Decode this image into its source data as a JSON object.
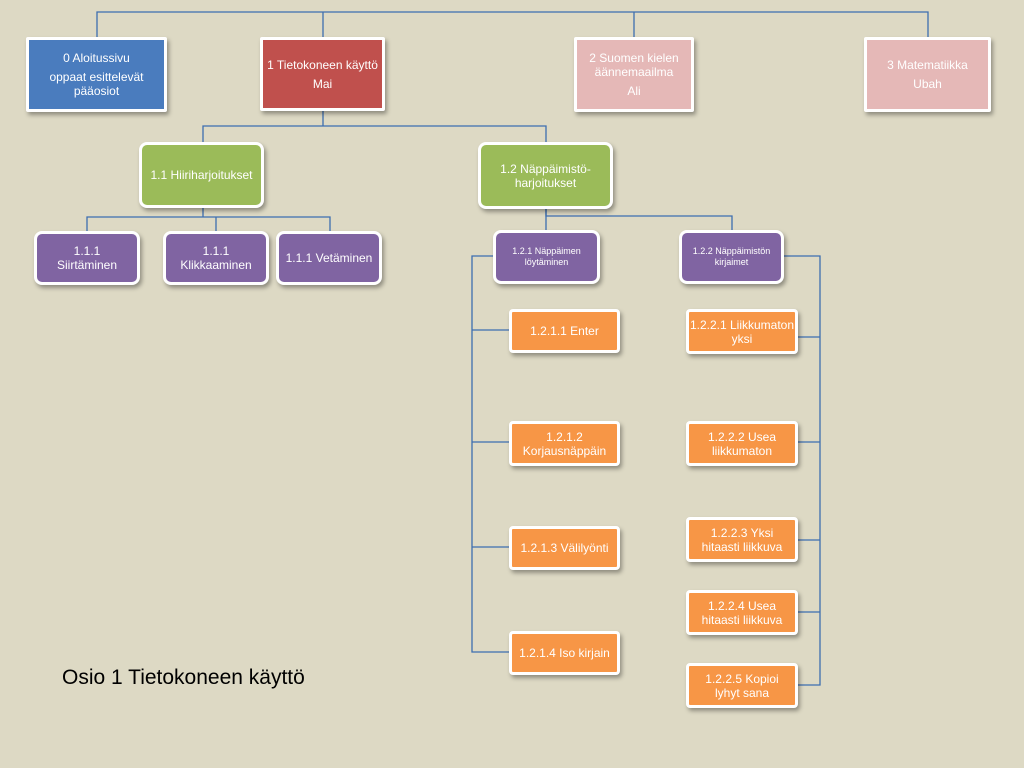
{
  "title": "Osio 1 Tietokoneen käyttö",
  "colors": {
    "connector": "#3d6eb0",
    "blue": "#4a7cbe",
    "red": "#c0504d",
    "pink": "#e5b8b7",
    "green": "#9bbb59",
    "purple": "#8064a2",
    "orange": "#f79646",
    "background": "#ddd9c4"
  },
  "nodes": {
    "n0": {
      "line1": "0 Aloitussivu",
      "line2": "oppaat esittelevät pääosiot"
    },
    "n1": {
      "line1": "1 Tietokoneen käyttö",
      "line2": "Mai"
    },
    "n2": {
      "line1": "2  Suomen kielen äännemaailma",
      "line2": "Ali"
    },
    "n3": {
      "line1": "3 Matematiikka",
      "line2": "Ubah"
    },
    "n11": {
      "label": "1.1 Hiiriharjoitukset"
    },
    "n12": {
      "label": "1.2 Näppäimistö-harjoitukset"
    },
    "n111a": {
      "label": "1.1.1 Siirtäminen"
    },
    "n111b": {
      "label": "1.1.1 Klikkaaminen"
    },
    "n111c": {
      "label": "1.1.1 Vetäminen"
    },
    "n121": {
      "label": "1.2.1 Näppäimen löytäminen"
    },
    "n122": {
      "label": "1.2.2 Näppäimistön kirjaimet"
    },
    "n1211": {
      "label": "1.2.1.1 Enter"
    },
    "n1212": {
      "label": "1.2.1.2 Korjausnäppäin"
    },
    "n1213": {
      "label": "1.2.1.3 Välilyönti"
    },
    "n1214": {
      "label": "1.2.1.4 Iso kirjain"
    },
    "n1221": {
      "label": "1.2.2.1 Liikkumaton yksi"
    },
    "n1222": {
      "label": "1.2.2.2 Usea liikkumaton"
    },
    "n1223": {
      "label": "1.2.2.3 Yksi hitaasti liikkuva"
    },
    "n1224": {
      "label": "1.2.2.4 Usea hitaasti liikkuva"
    },
    "n1225": {
      "label": "1.2.2.5 Kopioi lyhyt sana"
    }
  }
}
